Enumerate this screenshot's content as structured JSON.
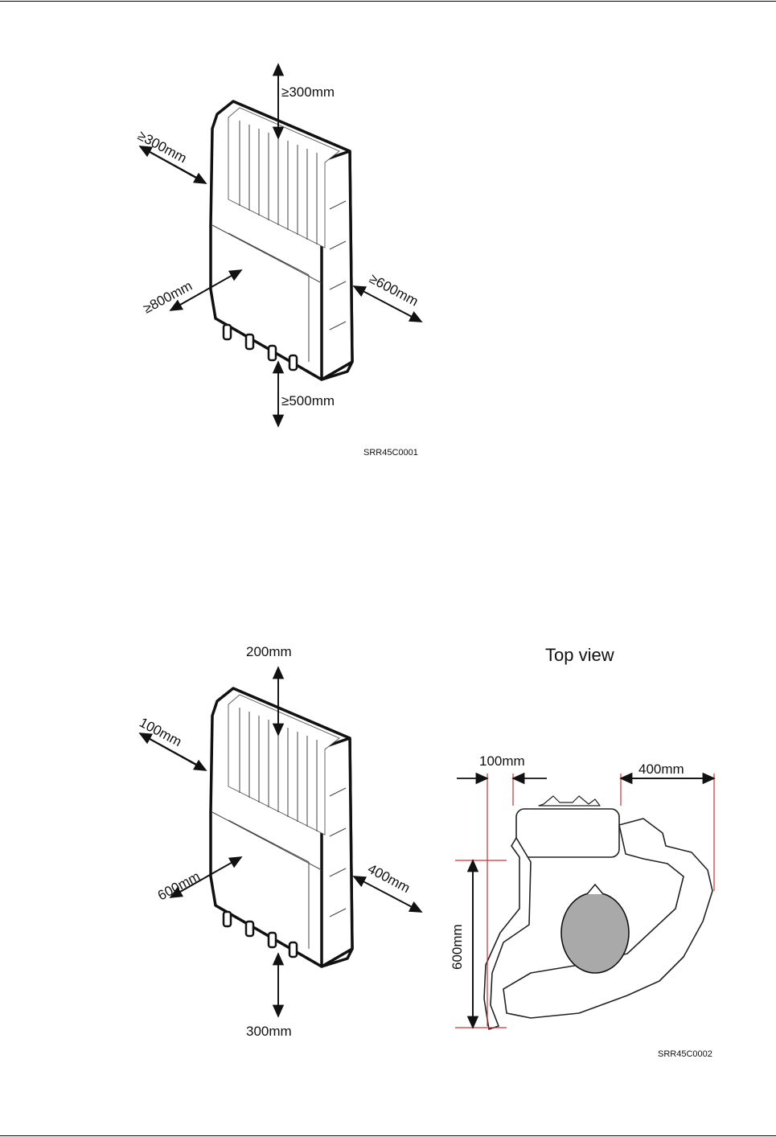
{
  "figure1": {
    "labels": {
      "top": "≥300mm",
      "left": "≥300mm",
      "front": "≥800mm",
      "right": "≥600mm",
      "bottom": "≥500mm"
    },
    "figure_code": "SRR45C0001"
  },
  "figure2": {
    "labels": {
      "top": "200mm",
      "left": "100mm",
      "front": "600mm",
      "right": "400mm",
      "bottom": "300mm"
    },
    "top_view": {
      "title": "Top view",
      "left_clearance": "100mm",
      "right_clearance": "400mm",
      "depth": "600mm"
    },
    "figure_code": "SRR45C0002"
  },
  "colors": {
    "dimension_lines": "#d03030",
    "ink": "#111111"
  }
}
